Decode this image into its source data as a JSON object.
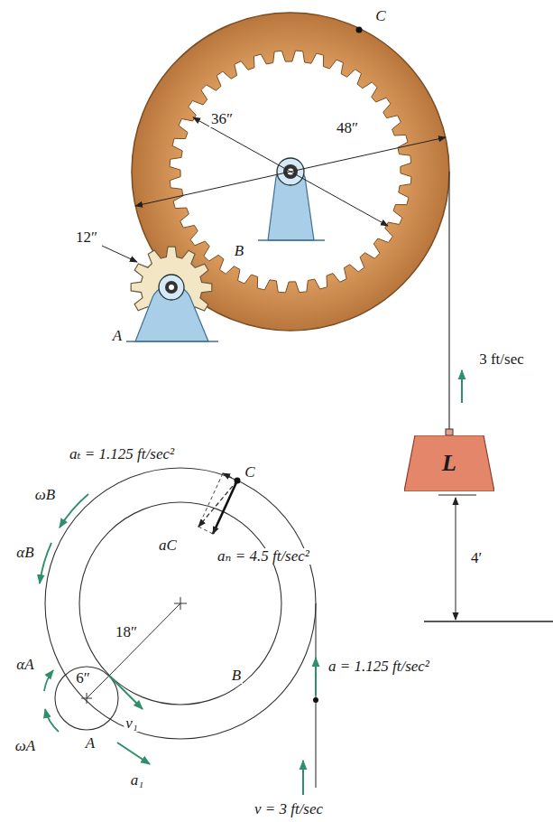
{
  "diagram": {
    "nodes": [
      {
        "text": [
          "L"
        ]
      }
    ],
    "labels": [
      "C",
      "36″",
      "48″",
      "12″",
      "A",
      "B",
      "3 ft/sec",
      "4′",
      "aₜ = 1.125 ft/sec²",
      "C",
      "ωB",
      "αB",
      "aC",
      "aₙ = 4.5 ft/sec²",
      "18″",
      "B",
      "αA",
      "a = 1.125 ft/sec²",
      "6″",
      "v₁",
      "ωA",
      "A",
      "a₁",
      "v = 3 ft/sec"
    ]
  }
}
